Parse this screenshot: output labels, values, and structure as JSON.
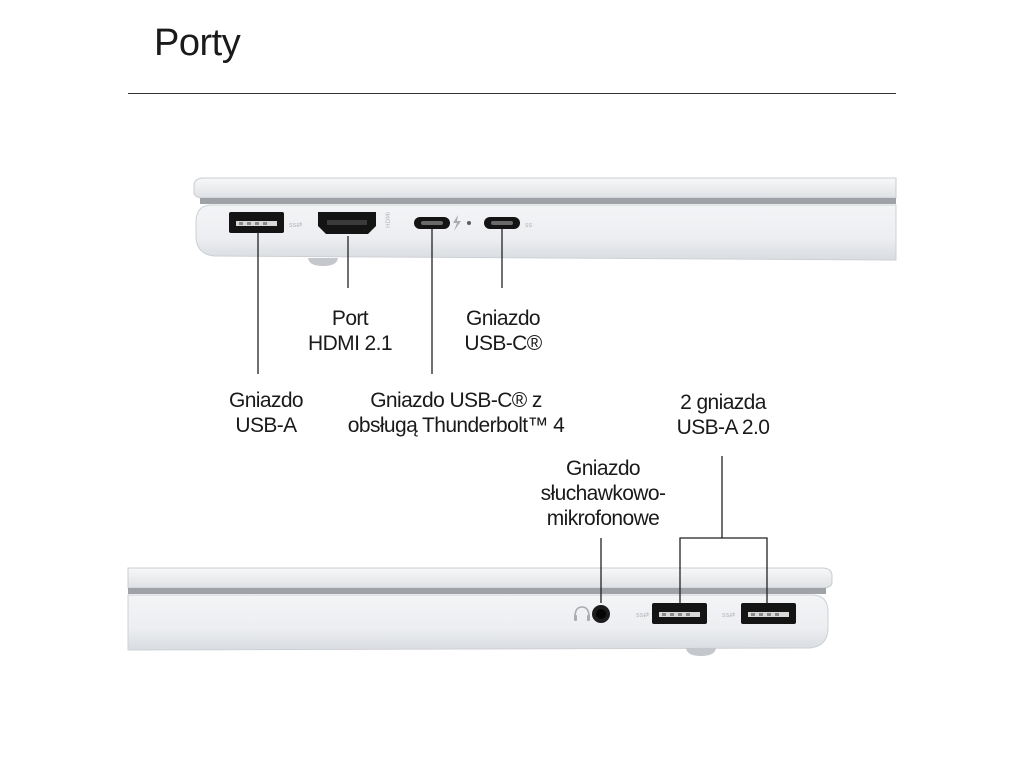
{
  "page": {
    "title": "Porty"
  },
  "labels": {
    "hdmi": [
      "Port",
      "HDMI 2.1"
    ],
    "usb_c": [
      "Gniazdo",
      "USB-C®"
    ],
    "usb_a": [
      "Gniazdo",
      "USB-A"
    ],
    "usb_c_tb": [
      "Gniazdo USB-C® z",
      "obsługą Thunderbolt™ 4"
    ],
    "usb_a_2": [
      "2 gniazda",
      "USB-A 2.0"
    ],
    "audio": [
      "Gniazdo",
      "słuchawkowo-",
      "mikrofonowe"
    ]
  },
  "colors": {
    "background": "#ffffff",
    "text": "#1a1a1a",
    "laptop_body": "#eceef0",
    "laptop_edge": "#d2d5d8",
    "port_dark": "#141414",
    "leader_line": "#222222"
  },
  "icons": {
    "thunderbolt": "thunderbolt-icon",
    "headset": "headset-icon",
    "superspeed": "superspeed-usb-icon",
    "hdmi_logo": "hdmi-logo-icon"
  }
}
